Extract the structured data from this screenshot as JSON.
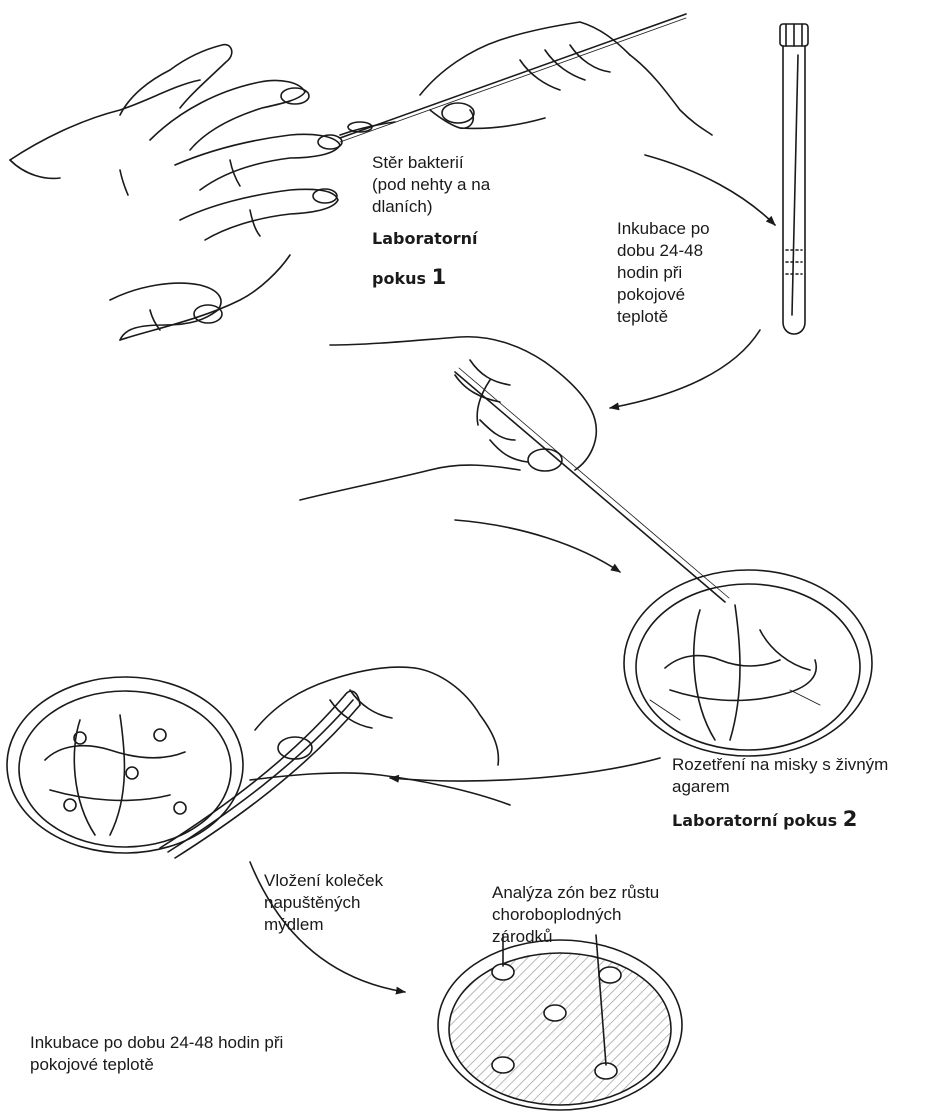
{
  "steps": {
    "swab": {
      "lines": [
        "Stěr bakterií",
        "(pod nehty a na",
        "dlaních)"
      ]
    },
    "lab1": {
      "text": "Laboratorní",
      "text2": "pokus",
      "num": "1"
    },
    "incubation1": {
      "lines": [
        "Inkubace po",
        "dobu 24-48",
        "hodin při",
        "pokojové",
        "teplotě"
      ]
    },
    "spread": {
      "lines": [
        "Rozetření na misky s živným",
        "agarem"
      ]
    },
    "lab2": {
      "text": "Laboratorní pokus",
      "num": "2"
    },
    "discs": {
      "lines": [
        "Vložení koleček",
        "napuštěných",
        "mýdlem"
      ]
    },
    "analysis": {
      "lines": [
        "Analýza zón bez růstu",
        "choroboplodných",
        "zárodků"
      ]
    },
    "incubation2": {
      "lines": [
        "Inkubace po dobu 24-48 hodin při",
        "pokojové teplotě"
      ]
    }
  },
  "colors": {
    "ink": "#1a1a1a",
    "background": "#ffffff",
    "agar_hatch": "#9a9a9a"
  },
  "icons": [
    "hand-icon",
    "swab-icon",
    "test-tube-icon",
    "petri-dish-icon",
    "tweezers-icon",
    "arrow-icon"
  ]
}
